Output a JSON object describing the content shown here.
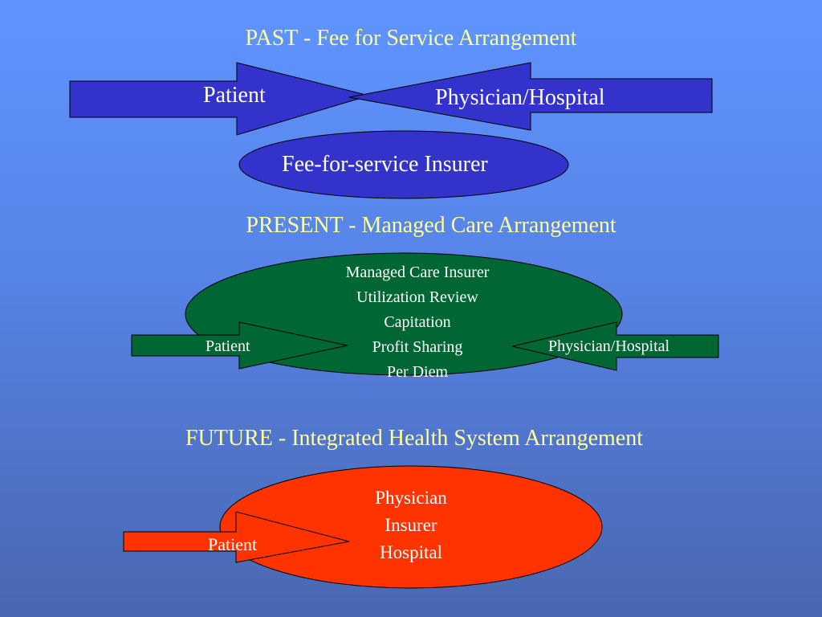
{
  "past": {
    "title": "PAST - Fee for Service Arrangement",
    "patient_label": "Patient",
    "provider_label": "Physician/Hospital",
    "insurer_label": "Fee-for-service Insurer"
  },
  "present": {
    "title": "PRESENT - Managed Care Arrangement",
    "ellipse_lines": "Managed Care Insurer\nUtilization Review\nCapitation\nProfit Sharing\nPer Diem",
    "patient_label": "Patient",
    "provider_label": "Physician/Hospital"
  },
  "future": {
    "title": "FUTURE - Integrated Health System Arrangement",
    "ellipse_lines": "Physician\nInsurer\nHospital",
    "patient_label": "Patient"
  },
  "colors": {
    "title_text": "#ffff99",
    "past_fill": "#3333cc",
    "present_fill": "#006633",
    "future_fill": "#ff3300",
    "outline": "#000000"
  }
}
